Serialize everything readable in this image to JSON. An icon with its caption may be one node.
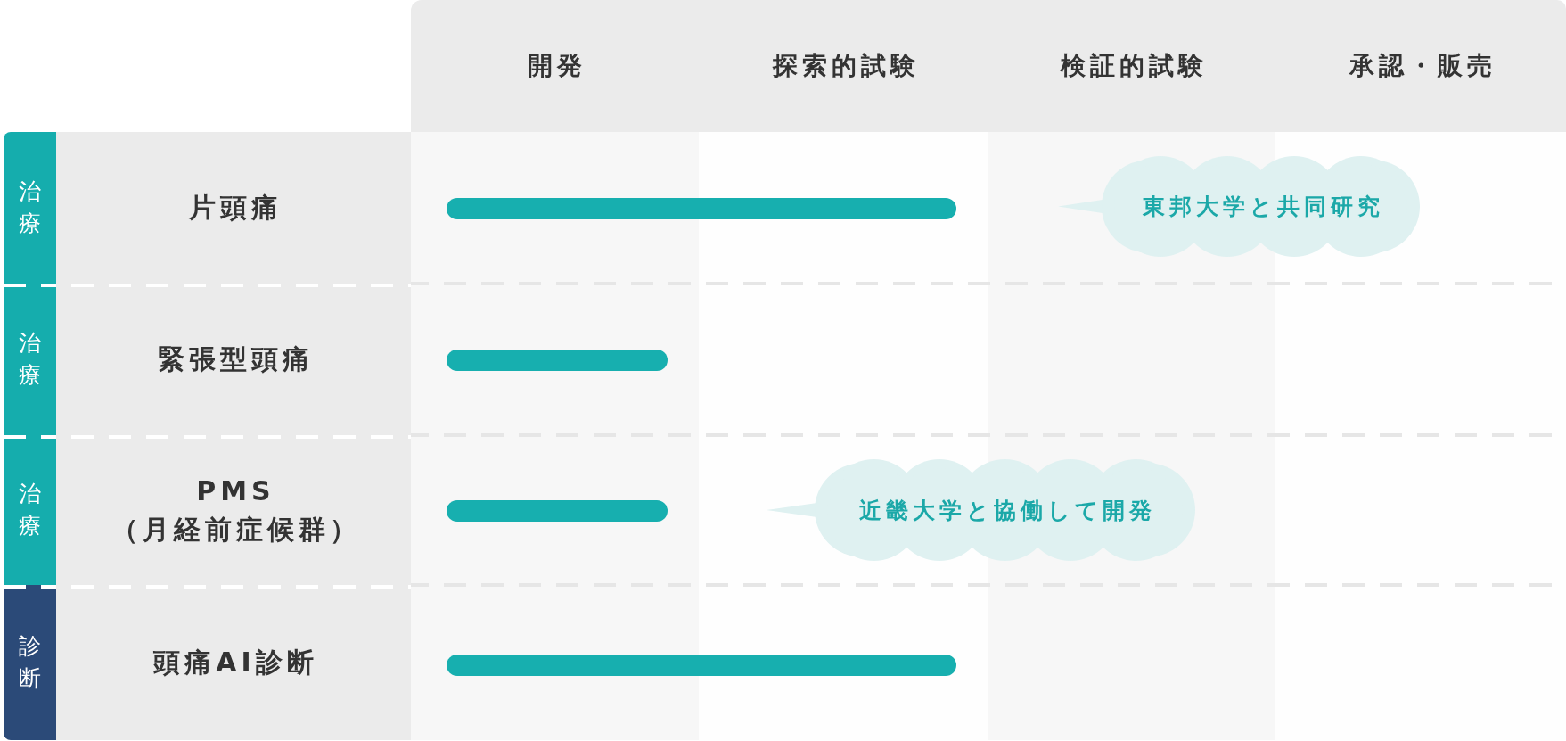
{
  "diagram": {
    "nodes": [
      {
        "text": [
          "開発"
        ]
      },
      {
        "text": [
          "探索的試験"
        ]
      },
      {
        "text": [
          "検証的試験"
        ]
      },
      {
        "text": [
          "承認・販売"
        ]
      },
      {
        "text": [
          "治療"
        ]
      },
      {
        "text": [
          "片頭痛"
        ]
      },
      {
        "text": [],
        "shape": "bar"
      },
      {
        "text": [
          "東邦大学と共同研究"
        ]
      },
      {
        "text": [
          "治療"
        ]
      },
      {
        "text": [
          "緊張型頭痛"
        ]
      },
      {
        "text": [],
        "shape": "bar"
      },
      {
        "text": [
          "治療"
        ]
      },
      {
        "text": [
          "PMS",
          "（月経前症候群）"
        ]
      },
      {
        "text": [],
        "shape": "bar"
      },
      {
        "text": [
          "近畿大学と協働して開発"
        ]
      },
      {
        "text": [
          "診断"
        ]
      },
      {
        "text": [
          "頭痛AI診断"
        ]
      },
      {
        "text": [],
        "shape": "bar"
      }
    ]
  }
}
